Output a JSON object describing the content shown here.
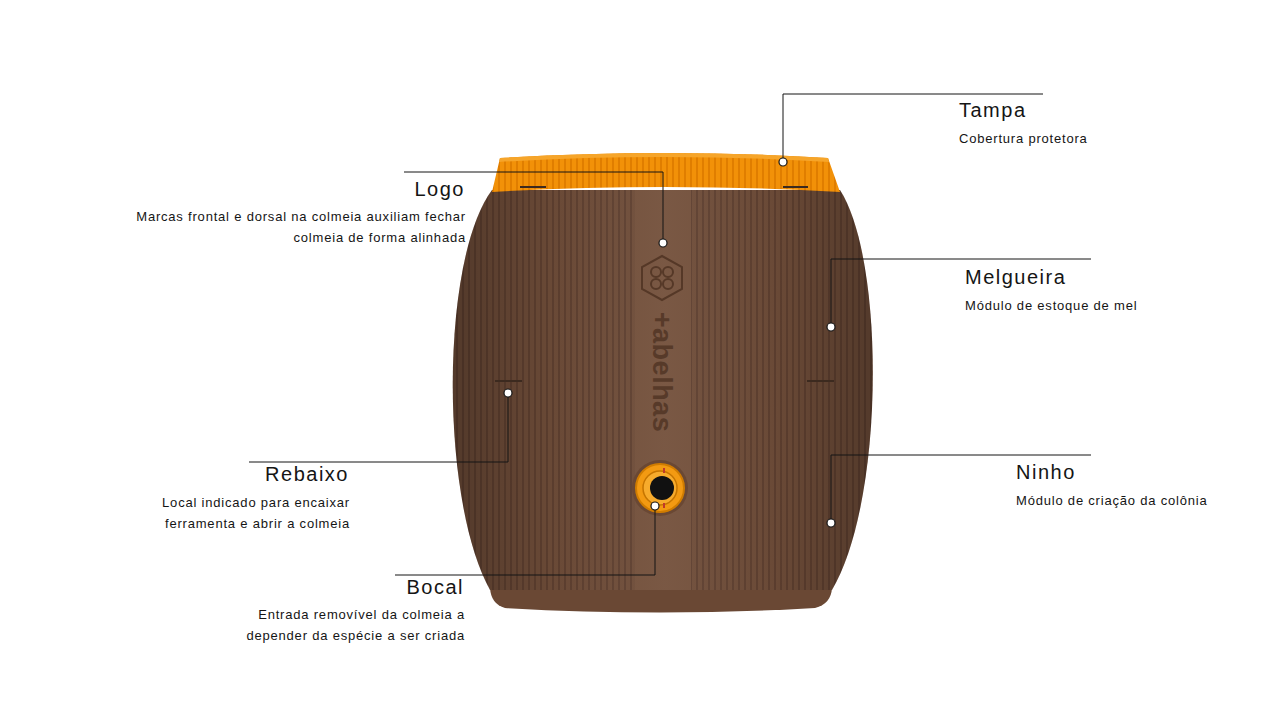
{
  "diagram": {
    "labels": [
      "Tampa",
      "Cobertura protetora",
      "Logo",
      "Marcas frontal e dorsal na colmeia auxiliam fechar colmeia de forma alinhada",
      "Melgueira",
      "Módulo de estoque de mel",
      "+abelhas",
      "Rebaixo",
      "Local indicado para encaixar ferramenta e abrir a colmeia",
      "Ninho",
      "Módulo de criação da colônia",
      "Bocal",
      "Entrada removível da colmeia a depender da espécie a ser criada"
    ]
  }
}
